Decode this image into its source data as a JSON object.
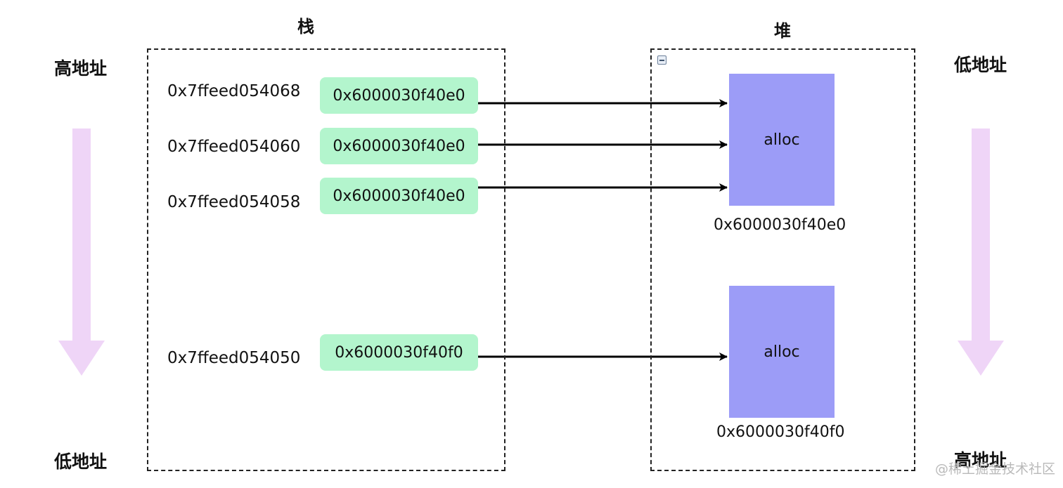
{
  "stack": {
    "title": "栈",
    "slots": [
      {
        "address": "0x7ffeed054068",
        "value": "0x6000030f40e0"
      },
      {
        "address": "0x7ffeed054060",
        "value": "0x6000030f40e0"
      },
      {
        "address": "0x7ffeed054058",
        "value": "0x6000030f40e0"
      },
      {
        "address": "0x7ffeed054050",
        "value": "0x6000030f40f0"
      }
    ]
  },
  "heap": {
    "title": "堆",
    "blocks": [
      {
        "label": "alloc",
        "address": "0x6000030f40e0"
      },
      {
        "label": "alloc",
        "address": "0x6000030f40f0"
      }
    ]
  },
  "left_axis": {
    "top_label": "高地址",
    "bottom_label": "低地址"
  },
  "right_axis": {
    "top_label": "低地址",
    "bottom_label": "高地址"
  },
  "watermark": "@稀土掘金技术社区",
  "colors": {
    "pointer_cell": "#b3f5cd",
    "alloc_block": "#9c9cf7",
    "direction_arrow": "#efd5f7",
    "arrow": "#000000"
  }
}
